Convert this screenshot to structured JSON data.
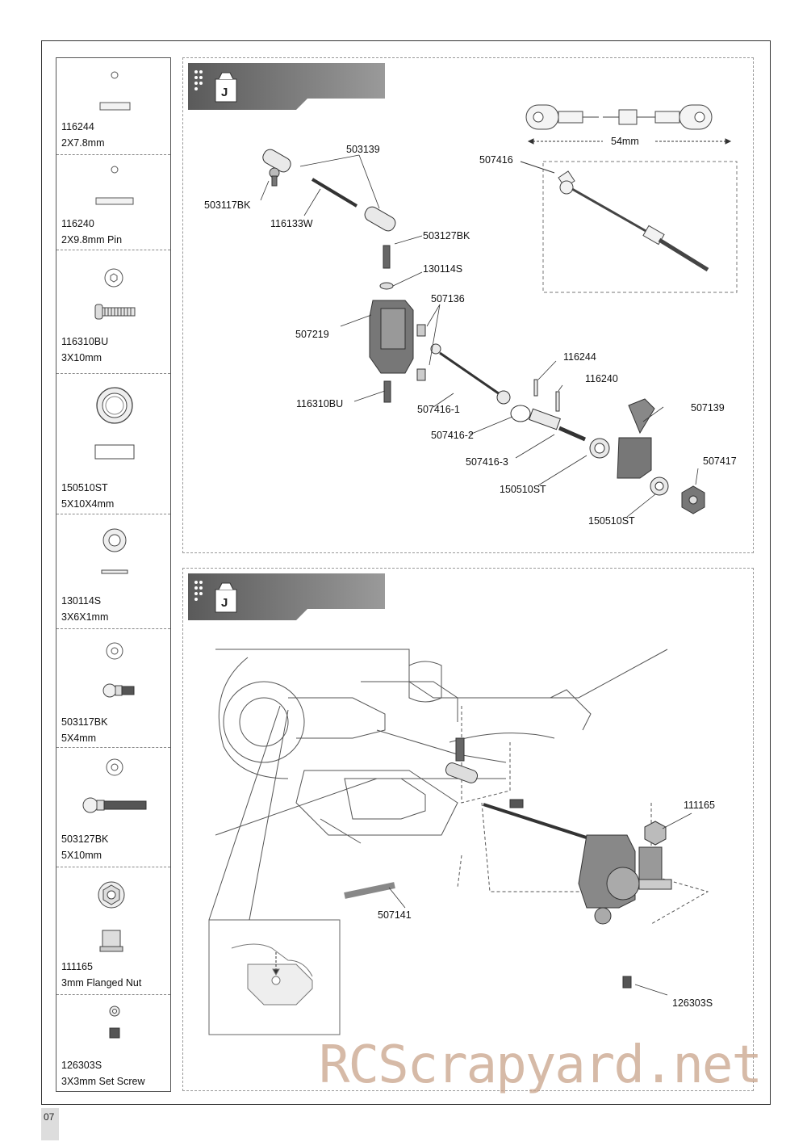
{
  "parts_list": [
    {
      "code": "116244",
      "desc": "2X7.8mm"
    },
    {
      "code": "116240",
      "desc": "2X9.8mm Pin"
    },
    {
      "code": "116310BU",
      "desc": "3X10mm"
    },
    {
      "code": "150510ST",
      "desc": "5X10X4mm"
    },
    {
      "code": "130114S",
      "desc": "3X6X1mm"
    },
    {
      "code": "503117BK",
      "desc": "5X4mm"
    },
    {
      "code": "503127BK",
      "desc": "5X10mm"
    },
    {
      "code": "111165",
      "desc": "3mm Flanged Nut"
    },
    {
      "code": "126303S",
      "desc": "3X3mm Set Screw"
    }
  ],
  "step1": {
    "badge": "J",
    "dimension": "54mm",
    "callouts": {
      "c503139": "503139",
      "c503117BK": "503117BK",
      "c116133W": "116133W",
      "c503127BK": "503127BK",
      "c130114S": "130114S",
      "c507136": "507136",
      "c507219": "507219",
      "c116244": "116244",
      "c116240": "116240",
      "c116310BU": "116310BU",
      "c507416_1": "507416-1",
      "c507139": "507139",
      "c507416_2": "507416-2",
      "c507416_3": "507416-3",
      "c507417": "507417",
      "c150510ST_a": "150510ST",
      "c150510ST_b": "150510ST",
      "c507416": "507416"
    }
  },
  "step2": {
    "badge": "J",
    "callouts": {
      "c111165": "111165",
      "c507141": "507141",
      "c126303S": "126303S"
    }
  },
  "page_number": "07",
  "watermark": "RCScrapyard.net"
}
